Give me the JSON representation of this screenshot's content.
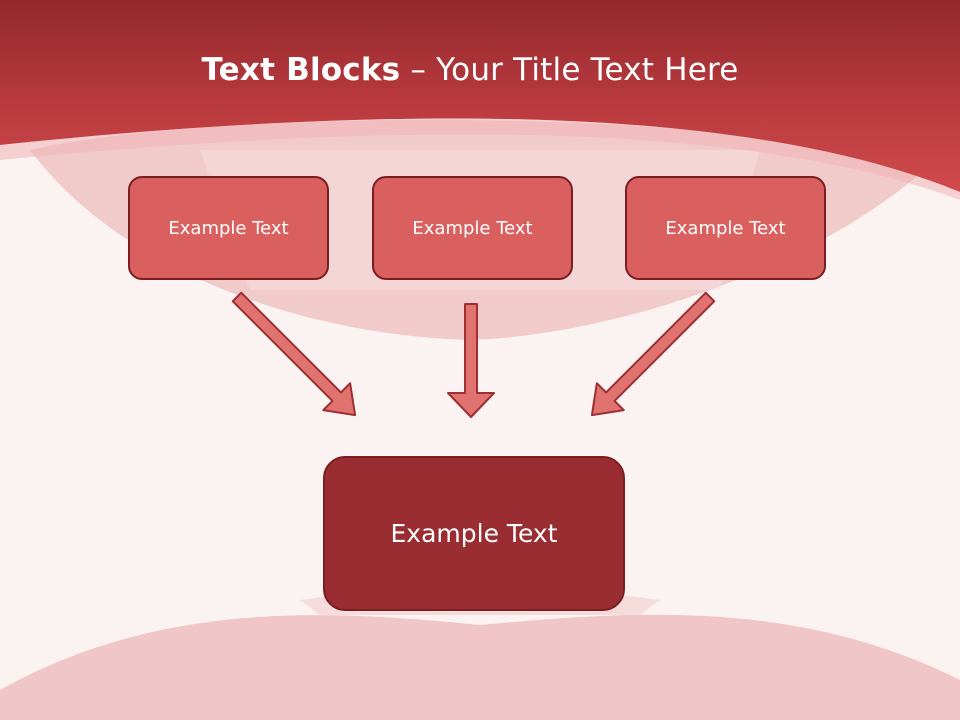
{
  "title": {
    "bold": "Text Blocks",
    "separator": "–",
    "rest": "Your Title Text Here"
  },
  "blocks": [
    {
      "label": "Example Text"
    },
    {
      "label": "Example Text"
    },
    {
      "label": "Example Text"
    }
  ],
  "target": {
    "label": "Example Text"
  },
  "colors": {
    "header": "#c8474a",
    "box": "#d9605f",
    "box_dark": "#9a2d31",
    "border": "#7a1e22",
    "arrow_fill": "#e07370",
    "background": "#fbf3f2"
  }
}
